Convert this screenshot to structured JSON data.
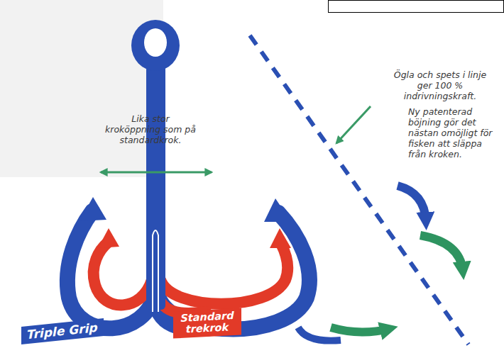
{
  "diagram": {
    "nodes": [
      {
        "text": [
          "Triple Grip"
        ]
      },
      {
        "text": [
          "Standard trekrok"
        ]
      }
    ],
    "labels": [
      "Lika stor kroköppning som på standardkrok.",
      "Ögla och spets i linje ger 100 % indrivningskraft.",
      "Ny patenterad böjning gör det nästan omöjligt för fisken att släppa från kroken."
    ]
  }
}
